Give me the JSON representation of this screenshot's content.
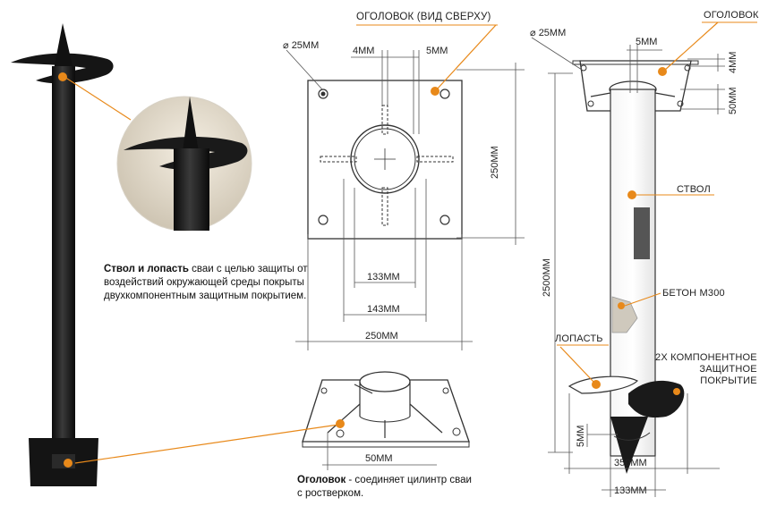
{
  "colors": {
    "accent": "#e8891a",
    "pile": "#1c1c1c",
    "line": "#444444"
  },
  "photo": {
    "description_bold": "Ствол и лопасть",
    "description_rest": " сваи с целью защиты от воздействий окружающей среды покрыты двухкомпонентным защитным покрытием."
  },
  "top_view": {
    "title": "ОГОЛОВОК (ВИД СВЕРХУ)",
    "hole_label": "25ММ",
    "rib_label_left": "4ММ",
    "rib_label_right": "5ММ",
    "height_label": "250ММ",
    "inner_label": "133ММ",
    "outer_label": "143ММ",
    "width_label": "250ММ"
  },
  "persp_view": {
    "rib_label": "50ММ",
    "description_bold": "Оголовок",
    "description_rest": " - соединяет цилинтр сваи с ростверком."
  },
  "side_view": {
    "hole_label": "25ММ",
    "head_label": "ОГОЛОВОК",
    "rib_label": "5ММ",
    "plate_label": "4ММ",
    "rib_height_label": "50ММ",
    "shaft_label": "СТВОЛ",
    "length_label": "2500ММ",
    "concrete_label": "БЕТОН М300",
    "blade_label": "ЛОПАСТЬ",
    "coating_line1": "2Х КОМПОНЕНТНОЕ",
    "coating_line2": "ЗАЩИТНОЕ",
    "coating_line3": "ПОКРЫТИЕ",
    "blade_thickness_label": "5ММ",
    "blade_diameter_label": "350ММ",
    "shaft_diameter_label": "133ММ"
  }
}
